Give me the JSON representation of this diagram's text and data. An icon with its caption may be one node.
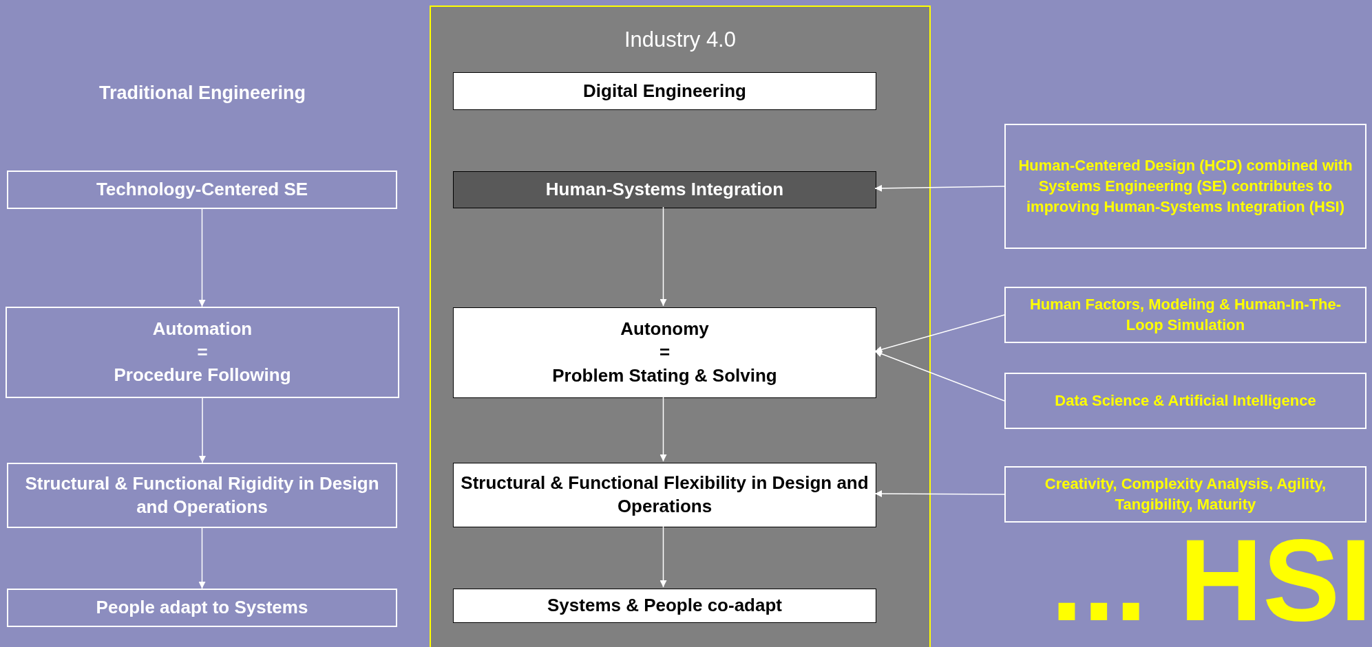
{
  "diagram": {
    "nodes": [
      {
        "text": [
          "Technology-Centered SE"
        ]
      },
      {
        "text": [
          "Automation",
          "=",
          "Procedure Following"
        ]
      },
      {
        "text": [
          "Structural & Functional Rigidity in Design and Operations"
        ]
      },
      {
        "text": [
          "People adapt to Systems"
        ]
      },
      {
        "text": [
          "Industry 4.0"
        ]
      },
      {
        "text": [
          "Digital Engineering"
        ],
        "in": 4
      },
      {
        "text": [
          "Human-Systems Integration"
        ],
        "in": 4
      },
      {
        "text": [
          "Autonomy",
          "=",
          "Problem Stating & Solving"
        ],
        "in": 4
      },
      {
        "text": [
          "Structural & Functional Flexibility in Design and Operations"
        ],
        "in": 4
      },
      {
        "text": [
          "Systems & People co-adapt"
        ],
        "in": 4
      },
      {
        "text": [
          "Human-Centered Design (HCD) combined with Systems Engineering (SE) contributes to improving Human-Systems Integration (HSI)"
        ]
      },
      {
        "text": [
          "Human Factors, Modeling & Human-In-The-Loop Simulation"
        ]
      },
      {
        "text": [
          "Data Science & Artificial Intelligence"
        ]
      },
      {
        "text": [
          "Creativity, Complexity Analysis, Agility, Tangibility,  Maturity"
        ]
      }
    ],
    "edges": [
      {
        "from": 0,
        "to": 1,
        "arrow": "to"
      },
      {
        "from": 1,
        "to": 2,
        "arrow": "to"
      },
      {
        "from": 2,
        "to": 3,
        "arrow": "to"
      },
      {
        "from": 6,
        "to": 7,
        "arrow": "to"
      },
      {
        "from": 7,
        "to": 8,
        "arrow": "to"
      },
      {
        "from": 8,
        "to": 9,
        "arrow": "to"
      },
      {
        "from": 10,
        "to": 6,
        "arrow": "to"
      },
      {
        "from": 11,
        "to": 7,
        "arrow": "to"
      },
      {
        "from": 12,
        "to": 7,
        "arrow": "to"
      },
      {
        "from": 13,
        "to": 8,
        "arrow": "to"
      }
    ],
    "labels": [
      "Traditional Engineering",
      "... HSI"
    ]
  }
}
